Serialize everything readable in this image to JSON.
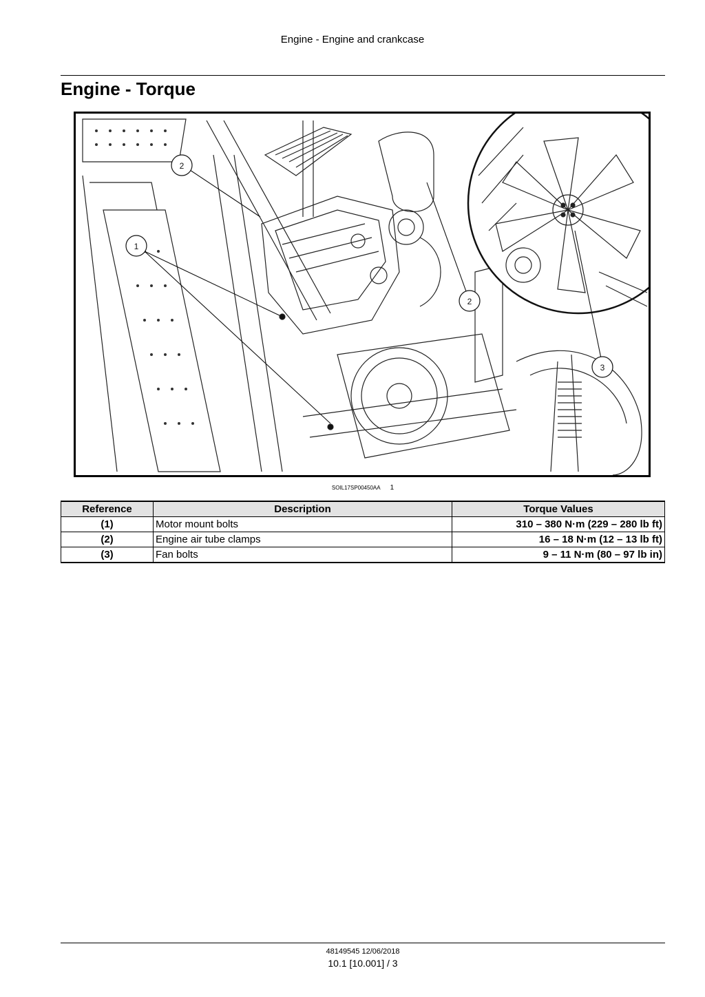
{
  "header": {
    "running_title": "Engine - Engine and crankcase"
  },
  "section": {
    "title": "Engine - Torque"
  },
  "figure": {
    "code": "SOIL17SP00450AA",
    "number": "1",
    "callouts": [
      "2",
      "1",
      "2",
      "3"
    ]
  },
  "table": {
    "headers": [
      "Reference",
      "Description",
      "Torque Values"
    ],
    "rows": [
      {
        "ref": "(1)",
        "desc": "Motor mount bolts",
        "value": "310 – 380 N·m (229 – 280 lb ft)"
      },
      {
        "ref": "(2)",
        "desc": "Engine air tube clamps",
        "value": "16 – 18 N·m (12 – 13 lb ft)"
      },
      {
        "ref": "(3)",
        "desc": "Fan bolts",
        "value": "9 – 11 N·m (80 – 97 lb in)"
      }
    ]
  },
  "footer": {
    "doc_id_date": "48149545 12/06/2018",
    "page_ref": "10.1 [10.001] / 3"
  }
}
